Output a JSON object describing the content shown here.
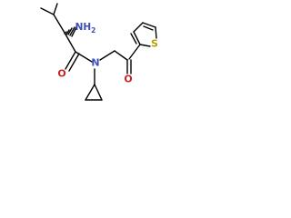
{
  "molecule": {
    "atoms": {
      "amine": "NH2",
      "amide_nitrogen": "N",
      "amide_oxygen": "O",
      "ketone_oxygen": "O",
      "thiophene_sulfur": "S"
    },
    "colors": {
      "bond": "#000000",
      "nitrogen": "#3d4fb8",
      "oxygen": "#cc2222",
      "sulfur": "#b8a200"
    }
  }
}
